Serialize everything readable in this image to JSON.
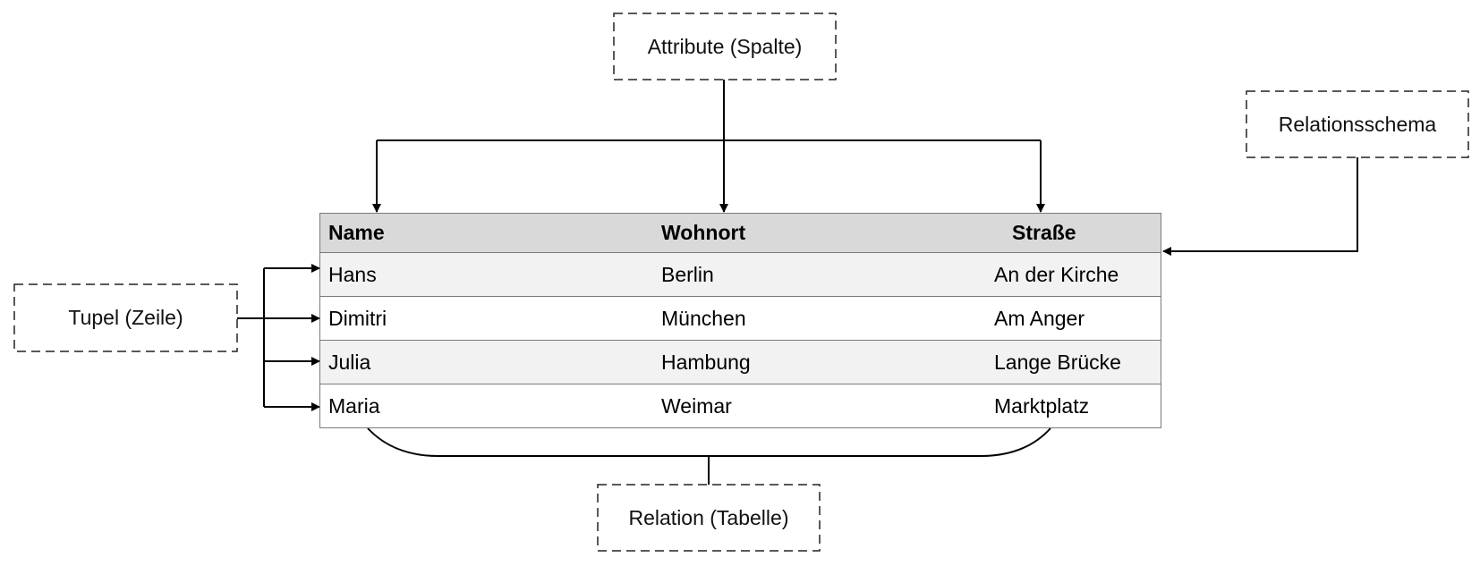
{
  "labels": {
    "attribute": "Attribute (Spalte)",
    "schema": "Relationsschema",
    "tupel": "Tupel (Zeile)",
    "relation": "Relation (Tabelle)"
  },
  "table": {
    "headers": [
      "Name",
      "Wohnort",
      "Straße"
    ],
    "rows": [
      [
        "Hans",
        "Berlin",
        "An der Kirche"
      ],
      [
        "Dimitri",
        "München",
        "Am Anger"
      ],
      [
        "Julia",
        "Hambung",
        "Lange Brücke"
      ],
      [
        "Maria",
        "Weimar",
        "Marktplatz"
      ]
    ]
  },
  "colors": {
    "header_fill": "#d9d9d9",
    "row_alt_fill": "#f2f2f2",
    "border": "#7a7a7a",
    "line": "#000000"
  }
}
